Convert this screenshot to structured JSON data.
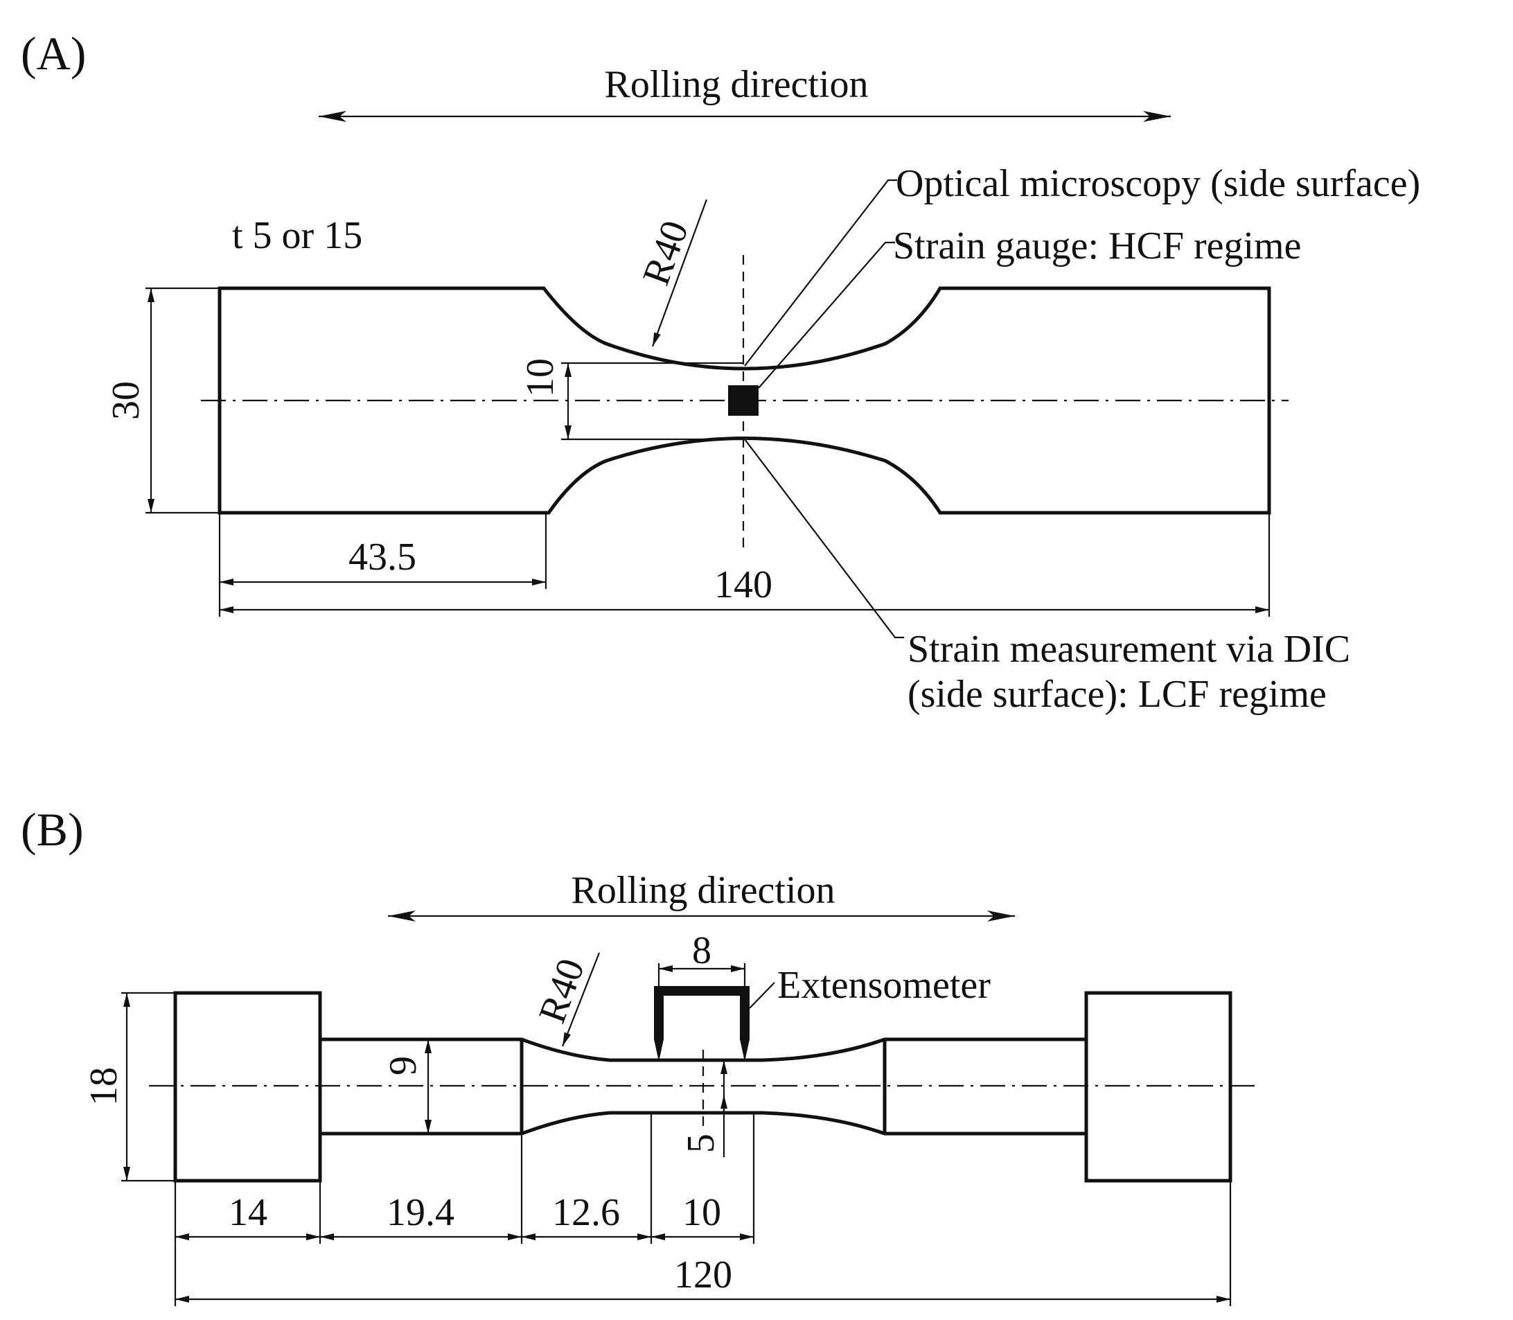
{
  "panel_a": {
    "panel_label": "(A)",
    "rolling_direction": "Rolling direction",
    "thickness": "t 5 or 15",
    "radius": "R40",
    "callout_optical": "Optical microscopy (side surface)",
    "callout_gauge": "Strain gauge: HCF regime",
    "callout_dic_line1": "Strain measurement via DIC",
    "callout_dic_line2": "(side surface): LCF regime",
    "dim_height": "30",
    "dim_neck": "10",
    "dim_grip": "43.5",
    "dim_total": "140"
  },
  "panel_b": {
    "panel_label": "(B)",
    "rolling_direction": "Rolling direction",
    "radius": "R40",
    "extensometer": "Extensometer",
    "dim_gauge": "8",
    "dim_height": "18",
    "dim_shoulder": "9",
    "dim_neck": "5",
    "dim_grip": "14",
    "dim_shoulder_len": "19.4",
    "dim_transition": "12.6",
    "dim_parallel": "10",
    "dim_total": "120"
  }
}
